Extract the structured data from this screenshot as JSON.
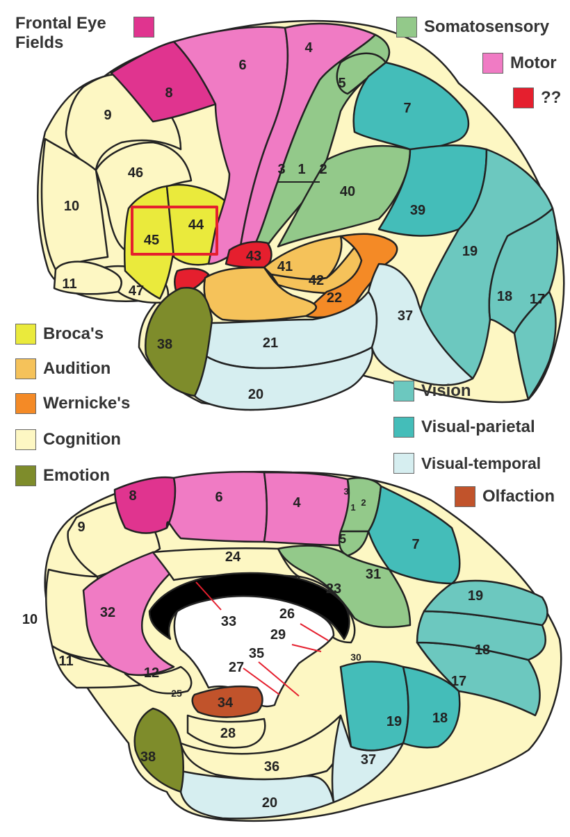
{
  "colors": {
    "frontal_eye_fields": "#e0348f",
    "motor": "#f07bc4",
    "somatosensory": "#93c98a",
    "unknown": "#e51f2e",
    "brocas": "#eaea3c",
    "audition": "#f5c25a",
    "wernickes": "#f48a26",
    "cognition": "#fdf7c3",
    "emotion": "#7e8c2b",
    "vision": "#6cc8bf",
    "visual_parietal": "#44bdb9",
    "visual_temporal": "#d6eef0",
    "olfaction": "#c1532b",
    "highlight": "#e51f2e",
    "ventricle": "#000000"
  },
  "legend": {
    "frontal_eye_fields": "Frontal Eye Fields",
    "somatosensory": "Somatosensory",
    "motor": "Motor",
    "unknown": "??",
    "brocas": "Broca's",
    "audition": "Audition",
    "wernickes": "Wernicke's",
    "cognition": "Cognition",
    "emotion": "Emotion",
    "vision": "Vision",
    "visual_parietal": "Visual-parietal",
    "visual_temporal": "Visual-temporal",
    "olfaction": "Olfaction"
  },
  "lateral_areas": {
    "a3": "3",
    "a1": "1",
    "a2": "2",
    "a4": "4",
    "a5": "5",
    "a6": "6",
    "a7": "7",
    "a8": "8",
    "a9": "9",
    "a10": "10",
    "a11": "11",
    "a17": "17",
    "a18": "18",
    "a19": "19",
    "a20": "20",
    "a21": "21",
    "a22": "22",
    "a37": "37",
    "a38": "38",
    "a39": "39",
    "a40": "40",
    "a41": "41",
    "a42": "42",
    "a43": "43",
    "a44": "44",
    "a45": "45",
    "a46": "46",
    "a47": "47"
  },
  "medial_areas": {
    "a1": "1",
    "a2": "2",
    "a3": "3",
    "a4": "4",
    "a5": "5",
    "a6": "6",
    "a7": "7",
    "a8": "8",
    "a9": "9",
    "a10": "10",
    "a11": "11",
    "a12": "12",
    "a17": "17",
    "a18a": "18",
    "a18b": "18",
    "a19a": "19",
    "a19b": "19",
    "a20": "20",
    "a23": "23",
    "a24": "24",
    "a25": "25",
    "a26": "26",
    "a27": "27",
    "a28": "28",
    "a29": "29",
    "a30": "30",
    "a31": "31",
    "a32": "32",
    "a33": "33",
    "a34": "34",
    "a35": "35",
    "a36": "36",
    "a37": "37",
    "a38": "38"
  }
}
